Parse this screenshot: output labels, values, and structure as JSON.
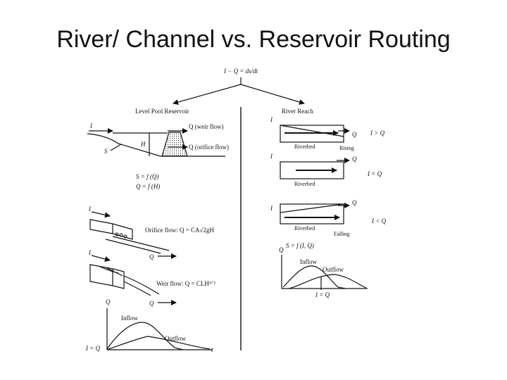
{
  "slide": {
    "title": "River/ Channel vs. Reservoir Routing"
  },
  "top": {
    "equation": "I − Q = ds/dt"
  },
  "left": {
    "heading": "Level Pool Reservoir",
    "inflow_symbol": "I",
    "weir_label": "Q (weir flow)",
    "orifice_label": "Q (orifice flow)",
    "storage_symbol": "S",
    "head_symbol": "H",
    "eq_storage": "S = f (Q)",
    "eq_flow": "Q = f (H)",
    "orifice_flow": "Orifice flow: Q = CA√2gH",
    "weir_flow": "Weir flow: Q = CLH³ᐟ²",
    "hydro_q": "Q",
    "hydro_inflow": "Inflow",
    "hydro_outflow": "Outflow",
    "hydro_iq": "I = Q",
    "hydro_t": "t",
    "i_orifice": "I",
    "q_orifice": "Q",
    "i_weir": "I",
    "q_weir": "Q"
  },
  "right": {
    "heading": "River Reach",
    "cases": [
      {
        "i": "I",
        "q": "Q",
        "bed": "Riverbed",
        "state": "Rising",
        "rel": "I > Q"
      },
      {
        "i": "I",
        "q": "Q",
        "bed": "Riverbed",
        "state": "",
        "rel": "I = Q"
      },
      {
        "i": "I",
        "q": "Q",
        "bed": "Riverbed",
        "state": "Falling",
        "rel": "I < Q"
      }
    ],
    "eq_storage": "S = f (I, Q)",
    "hydro_q": "Q",
    "hydro_inflow": "Inflow",
    "hydro_outflow": "Outflow",
    "hydro_iq": "I = Q"
  }
}
